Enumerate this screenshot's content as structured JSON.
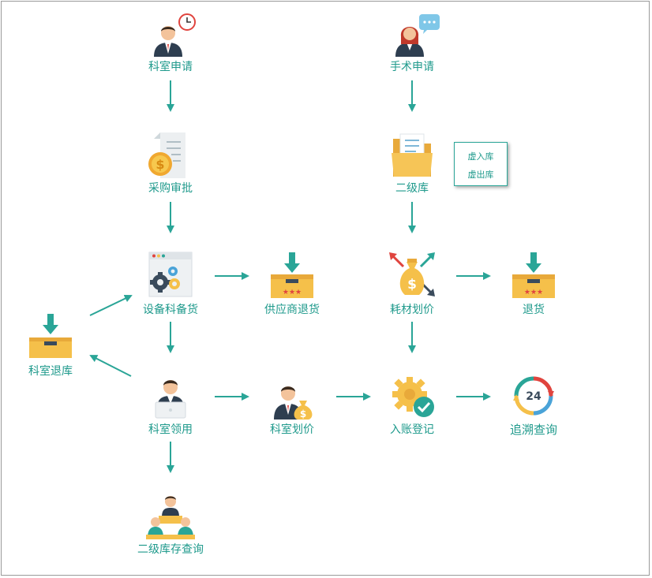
{
  "nodes": {
    "dept_apply": "科室申请",
    "surgery_apply": "手术申请",
    "purchase_approve": "采购审批",
    "secondary_store": "二级库",
    "equipment_stock": "设备科备货",
    "supplier_return": "供应商退货",
    "consumable_pricing": "耗材划价",
    "return_goods": "退货",
    "dept_return_store": "科室退库",
    "dept_requisition": "科室领用",
    "dept_pricing": "科室划价",
    "account_register": "入账登记",
    "trace_query": "追溯查询",
    "secondary_stock_query": "二级库存查询"
  },
  "virtual_box": {
    "virtual_in": "虚入库",
    "virtual_out": "虚出库"
  },
  "badge_24": "24",
  "icons": {
    "dept_apply": "manager-clock-icon",
    "surgery_apply": "woman-chat-icon",
    "purchase_approve": "invoice-coin-icon",
    "secondary_store": "folder-document-icon",
    "equipment_stock": "window-gears-icon",
    "supplier_return": "box-down-arrow-icon",
    "consumable_pricing": "money-bag-arrows-icon",
    "return_goods": "box-down-arrow-icon",
    "dept_return_store": "tray-down-arrow-icon",
    "dept_requisition": "person-laptop-icon",
    "dept_pricing": "businessman-moneybag-icon",
    "account_register": "gear-check-icon",
    "trace_query": "cycle-24-icon",
    "secondary_stock_query": "meeting-presenter-icon"
  },
  "colors": {
    "label": "#1f9a8c",
    "arrow": "#2aa597",
    "accent_yellow": "#f5c04a",
    "gear_dark": "#3a4b5c"
  }
}
